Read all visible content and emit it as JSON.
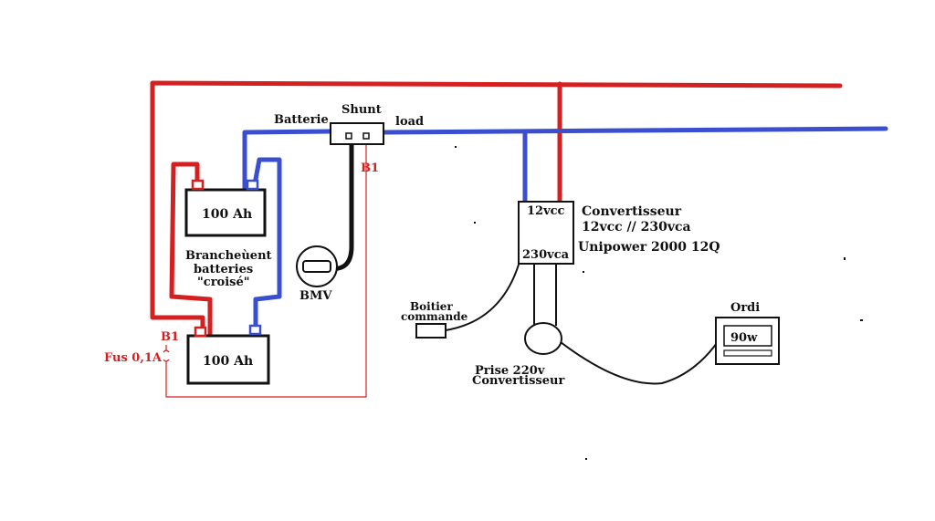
{
  "labels": {
    "shunt": "Shunt",
    "batterie": "Batterie",
    "load": "load",
    "b1_shunt": "B1",
    "b1_fuse": "B1",
    "fuse": "Fus 0,1A",
    "battery_top": "100 Ah",
    "battery_bottom": "100 Ah",
    "branchement_line1": "Brancheùent",
    "branchement_line2": "batteries",
    "branchement_line3": "\"croisé\"",
    "bmv": "BMV",
    "conv_in": "12vcc",
    "conv_out": "230vca",
    "conv_title": "Convertisseur",
    "conv_spec": "12vcc // 230vca",
    "conv_model": "Unipower 2000   12Q",
    "boitier_line1": "Boitier",
    "boitier_line2": "commande",
    "prise_line1": "Prise 220v",
    "prise_line2": "Convertisseur",
    "ordi": "Ordi",
    "ordi_power": "90w"
  },
  "colors": {
    "positive_wire": "#d42020",
    "negative_wire": "#3a4fd0",
    "signal_wire": "#111111",
    "sense_wire": "#d42020"
  },
  "icons": {
    "battery": "battery-icon",
    "shunt": "shunt-icon",
    "bmv": "bmv-monitor-icon",
    "converter": "converter-icon",
    "outlet": "outlet-icon",
    "computer": "computer-icon"
  }
}
